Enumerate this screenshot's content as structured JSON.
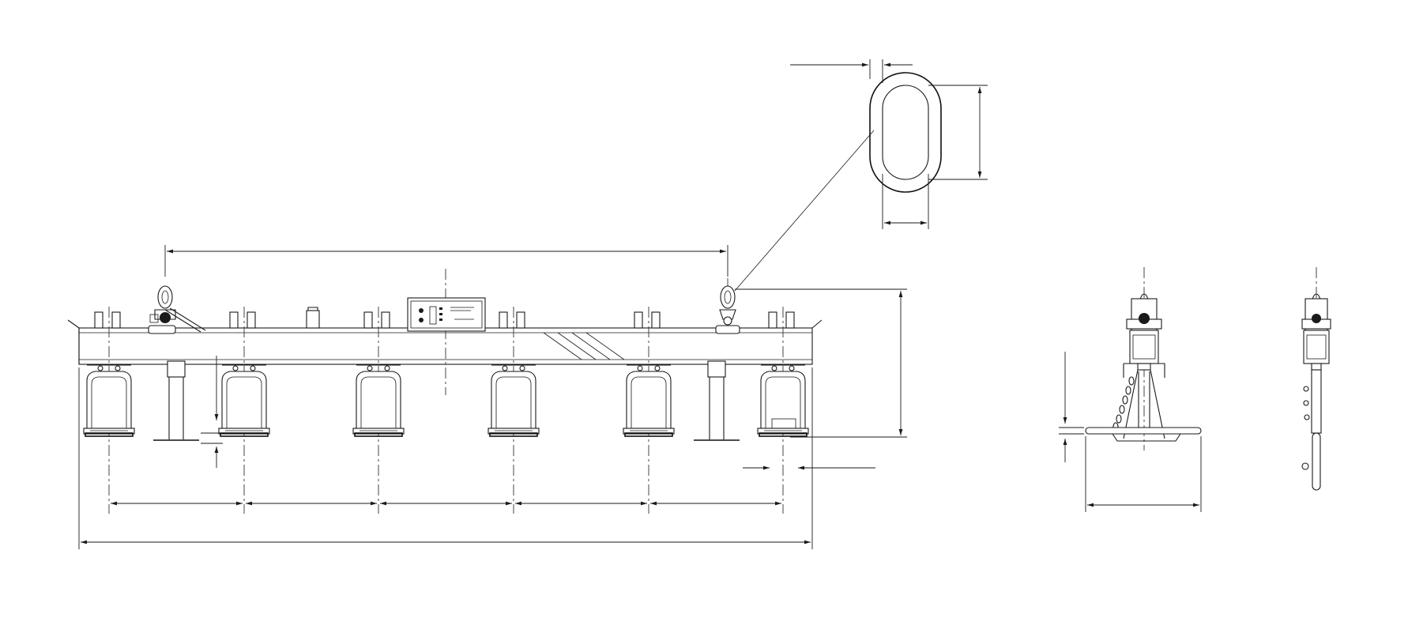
{
  "drawing": {
    "colors": {
      "background": "#ffffff",
      "line": "#1a1a1a"
    },
    "views": [
      {
        "name": "front-view",
        "magnets": 6,
        "lifting_shackles": 2,
        "support_legs": 2,
        "control_box": 1
      },
      {
        "name": "shackle-detail"
      },
      {
        "name": "side-view"
      },
      {
        "name": "end-view"
      }
    ]
  }
}
